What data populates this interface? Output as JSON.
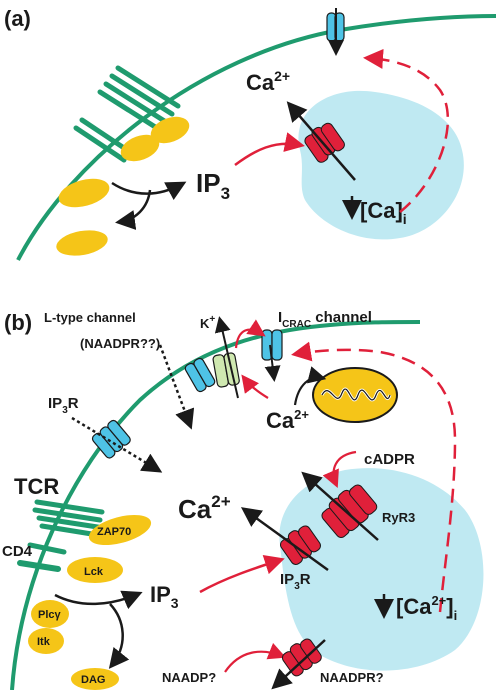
{
  "panel_a": {
    "label": "(a)",
    "ca_label": "Ca",
    "ca_sup": "2+",
    "ip3_label": "IP",
    "ip3_sub": "3",
    "ca_i_label": "[Ca]",
    "ca_i_sub": "i"
  },
  "panel_b": {
    "label": "(b)",
    "ltype_label": "L-type channel",
    "naadpr_q_label": "(NAADPR??)",
    "k_label": "K",
    "k_sup": "+",
    "icrac_label": "I",
    "icrac_sub": "CRAC",
    "icrac_suffix": " channel",
    "ip3r_label": "IP",
    "ip3r_sub": "3",
    "ip3r_suffix": "R",
    "ca_mito_label": "Ca",
    "ca_mito_sup": "2+",
    "cadpr_label": "cADPR",
    "tcr_label": "TCR",
    "ca_center_label": "Ca",
    "ca_center_sup": "2+",
    "ryr3_label": "RyR3",
    "zap70_label": "ZAP70",
    "cd4_label": "CD4",
    "lck_label": "Lck",
    "ip3r2_label": "IP",
    "ip3r2_sub": "3",
    "ip3r2_suffix": "R",
    "ip3_label": "IP",
    "ip3_sub": "3",
    "ca_i_label": "[Ca",
    "ca_i_sup": "2+",
    "ca_i_close": "]",
    "ca_i_sub": "i",
    "plc_label": "Plcγ",
    "itk_label": "Itk",
    "dag_label": "DAG",
    "naadp_label": "NAADP?",
    "naadpr_label": "NAADPR?"
  },
  "colors": {
    "membrane": "#1f9b6e",
    "er": "#bfe9f2",
    "protein": "#f5c518",
    "channel_blue": "#4ec3e6",
    "receptor_red": "#e0203a",
    "arrow_red": "#e0203a",
    "k_channel": "#cfe8b0",
    "text": "#1a1a1a"
  }
}
